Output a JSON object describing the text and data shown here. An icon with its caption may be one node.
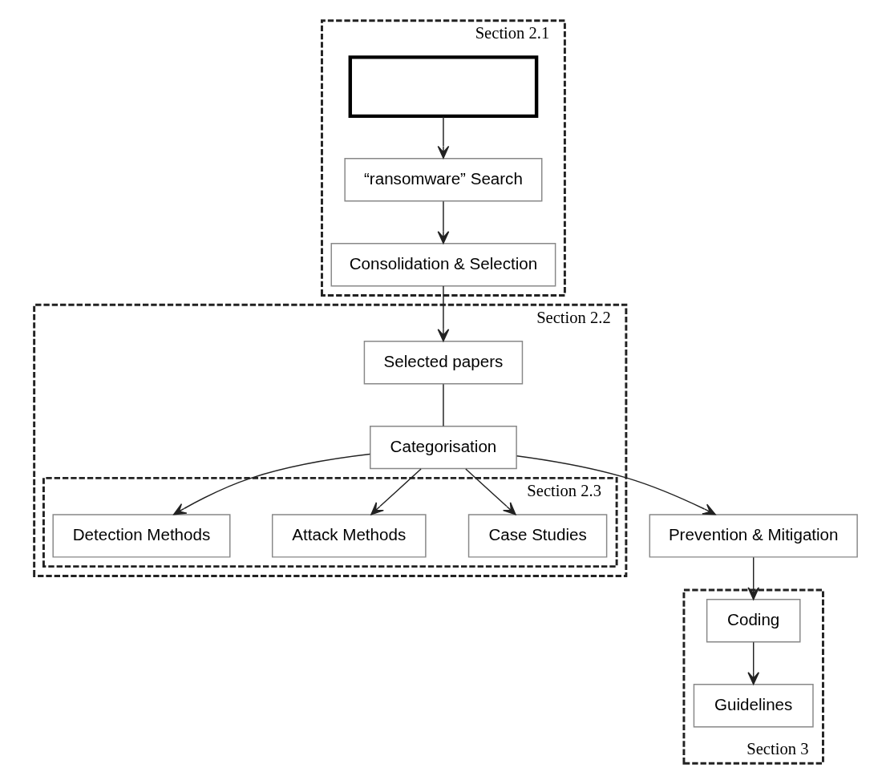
{
  "diagram": {
    "nodes": [
      {
        "text": [
          "Section 2.1"
        ]
      },
      {
        "text": [],
        "shape": "box",
        "in": 0
      },
      {
        "text": [
          "“ransomware” Search"
        ],
        "in": 0
      },
      {
        "text": [
          "Consolidation & Selection"
        ],
        "in": 0
      },
      {
        "text": [
          "Section 2.2"
        ]
      },
      {
        "text": [
          "Selected papers"
        ],
        "in": 4
      },
      {
        "text": [
          "Section 2.3"
        ],
        "in": 4
      },
      {
        "text": [
          "Case Studies"
        ],
        "in": 6
      },
      {
        "text": [
          "Attack Methods"
        ],
        "in": 6
      },
      {
        "text": [
          "Detection Methods"
        ],
        "in": 6
      },
      {
        "text": [
          "Categorisation"
        ],
        "in": 4
      },
      {
        "text": [
          "Prevention & Mitigation"
        ]
      },
      {
        "text": [
          "Section 3"
        ]
      },
      {
        "text": [
          "Coding"
        ],
        "in": 12
      },
      {
        "text": [
          "Guidelines"
        ],
        "in": 12
      }
    ],
    "edges": [
      {
        "from": 1,
        "to": 2,
        "arrow": "to"
      },
      {
        "from": 2,
        "to": 3,
        "arrow": "to"
      },
      {
        "from": 3,
        "to": 5,
        "arrow": "to"
      },
      {
        "from": 5,
        "to": 10,
        "arrow": "none"
      },
      {
        "from": 10,
        "to": 7,
        "arrow": "to"
      },
      {
        "from": 10,
        "to": 8,
        "arrow": "to"
      },
      {
        "from": 10,
        "to": 9,
        "arrow": "to"
      },
      {
        "from": 10,
        "to": 11,
        "arrow": "to"
      },
      {
        "from": 11,
        "to": 13,
        "arrow": "to"
      },
      {
        "from": 13,
        "to": 14,
        "arrow": "to"
      }
    ]
  }
}
